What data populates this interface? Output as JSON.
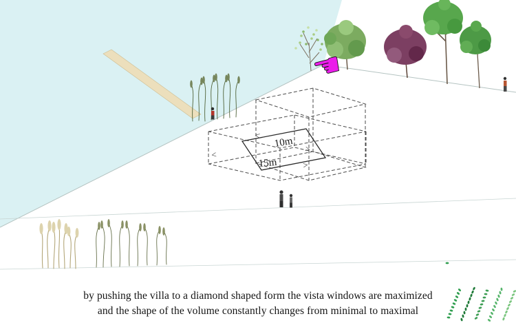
{
  "scene": {
    "sky_color": "#daf1f3",
    "terrain_color": "#ffffff",
    "plank_color": "#ecdfbc",
    "hand_color": "#ea1dea"
  },
  "villa_diagram": {
    "depth_label": "10m",
    "width_label": "15m",
    "arrow_left": "<",
    "arrow_right": ">"
  },
  "icons": {
    "hand_pointer": "☚"
  },
  "caption": {
    "line1": "by pushing the villa to a diamond shaped form the vista windows are maximized",
    "line2": "and the shape of the volume constantly changes from minimal to maximal"
  }
}
